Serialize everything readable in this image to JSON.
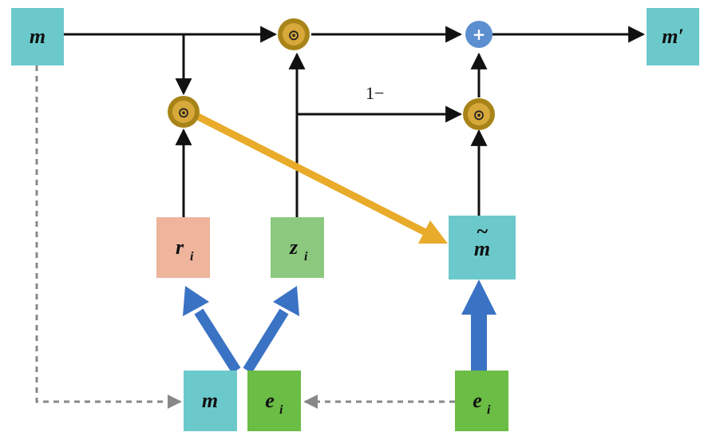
{
  "colors": {
    "teal": "#6cc9cb",
    "salmon": "#eeb49c",
    "light_green": "#8cc97e",
    "green": "#6bbd45",
    "op_outer": "#a88418",
    "op_inner": "#d7a83a",
    "plus": "#5b8fd0",
    "orange": "#e8ab2a",
    "blue_arrow": "#3b73c4",
    "dashed": "#888888",
    "black": "#111111"
  },
  "nodes": {
    "m_input": {
      "label": "m"
    },
    "m_output": {
      "label": "m′"
    },
    "r": {
      "label": "r",
      "sub": "i"
    },
    "z": {
      "label": "z",
      "sub": "i"
    },
    "m_tilde": {
      "label": "m",
      "accent": "~"
    },
    "m_bottom": {
      "label": "m"
    },
    "e_mid": {
      "label": "e",
      "sub": "i"
    },
    "e_right": {
      "label": "e",
      "sub": "i"
    }
  },
  "operators": {
    "hadamard_symbol": "⊙",
    "plus_symbol": "+"
  },
  "edges": {
    "one_minus_label": "1−"
  }
}
